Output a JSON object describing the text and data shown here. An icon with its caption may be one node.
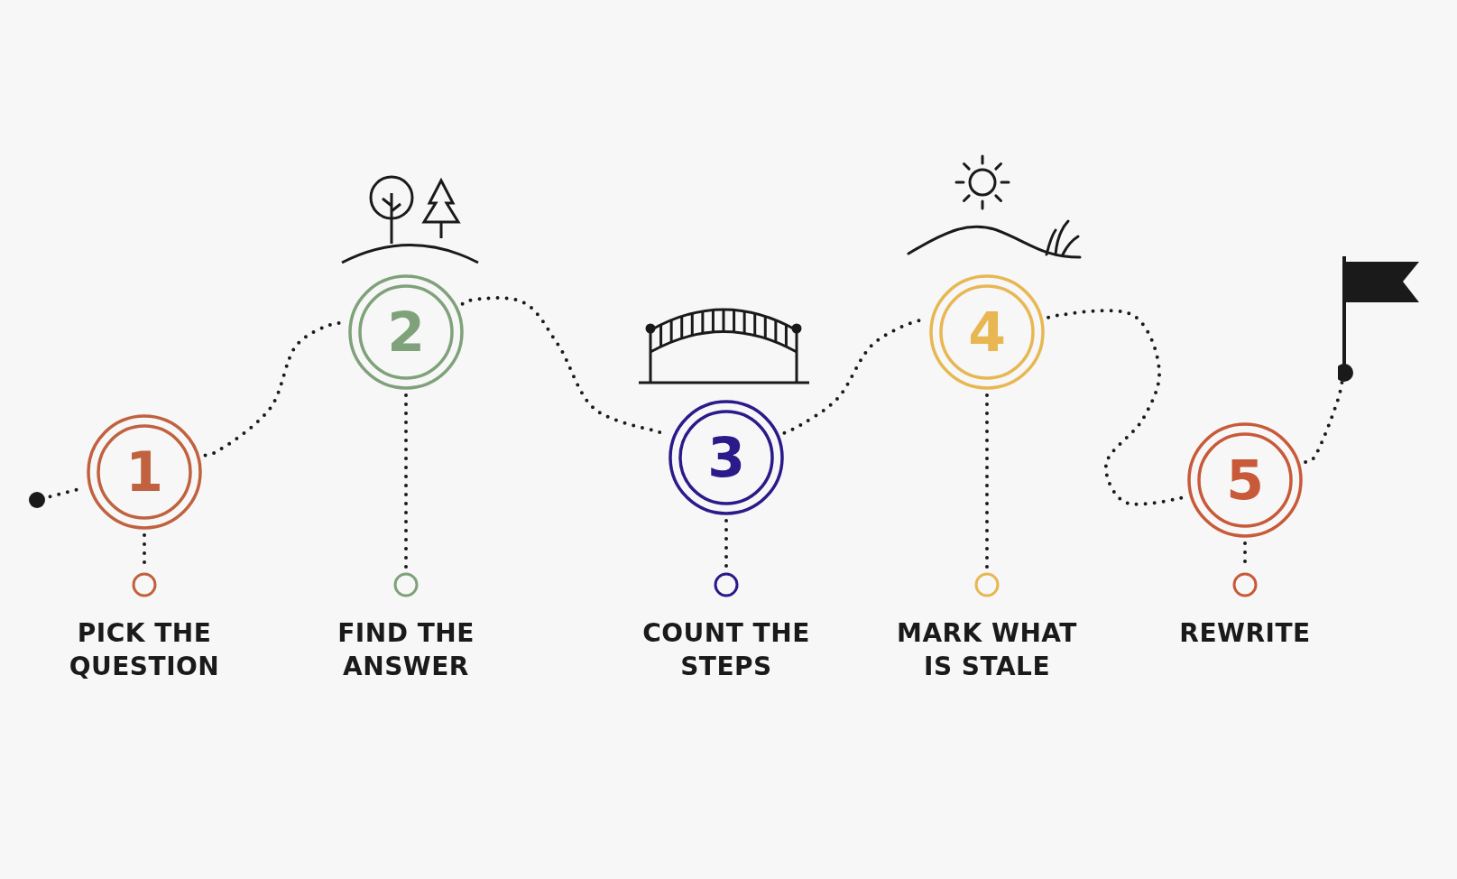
{
  "diagram": {
    "nodes": [
      {
        "text": [],
        "shape": "circle"
      },
      {
        "text": [
          "1"
        ]
      },
      {
        "text": [],
        "shape": "circle",
        "beside": [
          "PICK THE QUESTION"
        ]
      },
      {
        "text": [
          "2"
        ]
      },
      {
        "text": [],
        "shape": "circle",
        "beside": [
          "FIND THE ANSWER"
        ]
      },
      {
        "text": [
          "3"
        ]
      },
      {
        "text": [],
        "shape": "circle",
        "beside": [
          "COUNT THE STEPS"
        ]
      },
      {
        "text": [
          "4"
        ]
      },
      {
        "text": [],
        "shape": "circle",
        "beside": [
          "MARK WHAT IS STALE"
        ]
      },
      {
        "text": [
          "5"
        ]
      },
      {
        "text": [],
        "shape": "circle",
        "beside": [
          "REWRITE"
        ]
      },
      {
        "text": [],
        "shape": "flag"
      }
    ],
    "edges": [
      {
        "from": 0,
        "to": 1,
        "arrow": "none",
        "style": "dashed"
      },
      {
        "from": 1,
        "to": 3,
        "arrow": "none",
        "style": "dashed"
      },
      {
        "from": 3,
        "to": 5,
        "arrow": "none",
        "style": "dashed"
      },
      {
        "from": 5,
        "to": 7,
        "arrow": "none",
        "style": "dashed"
      },
      {
        "from": 7,
        "to": 9,
        "arrow": "none",
        "style": "dashed"
      },
      {
        "from": 9,
        "to": 11,
        "arrow": "none",
        "style": "dashed"
      },
      {
        "from": 1,
        "to": 2,
        "arrow": "none",
        "style": "dashed"
      },
      {
        "from": 3,
        "to": 4,
        "arrow": "none",
        "style": "dashed"
      },
      {
        "from": 5,
        "to": 6,
        "arrow": "none",
        "style": "dashed"
      },
      {
        "from": 7,
        "to": 8,
        "arrow": "none",
        "style": "dashed"
      },
      {
        "from": 9,
        "to": 10,
        "arrow": "none",
        "style": "dashed"
      }
    ]
  }
}
